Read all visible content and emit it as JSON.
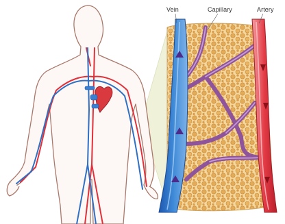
{
  "labels": {
    "vein": "Vein",
    "capillary": "Capillary",
    "artery": "Artery"
  },
  "colors": {
    "vein": "#2f6fc4",
    "artery": "#e0313a",
    "capillary": "#8a4f9e",
    "tissue": "#e8b86a",
    "body_outline": "#9a6b5c",
    "connector": "#e9eccb"
  },
  "icons": {
    "flow_direction": "arrowhead"
  }
}
